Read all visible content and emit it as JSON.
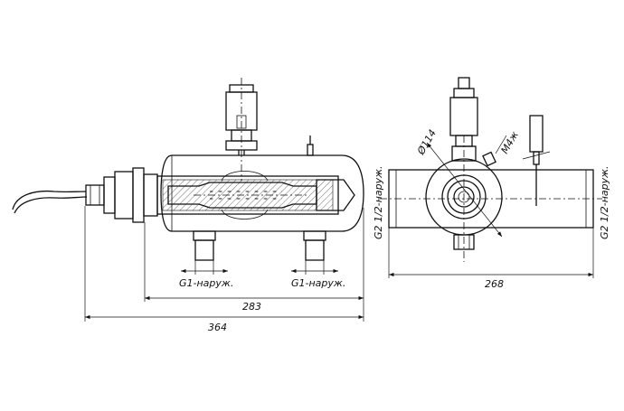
{
  "dimensions": {
    "overall_length": "364",
    "body_length": "283",
    "side_width": "268",
    "inlet_thread": "G1-наруж.",
    "outlet_thread": "G1-наруж.",
    "side_thread_left": "G2 1/2-наруж.",
    "side_thread_right": "G2 1/2-наруж.",
    "diameter": "Ø114",
    "screw": "M4ж"
  }
}
